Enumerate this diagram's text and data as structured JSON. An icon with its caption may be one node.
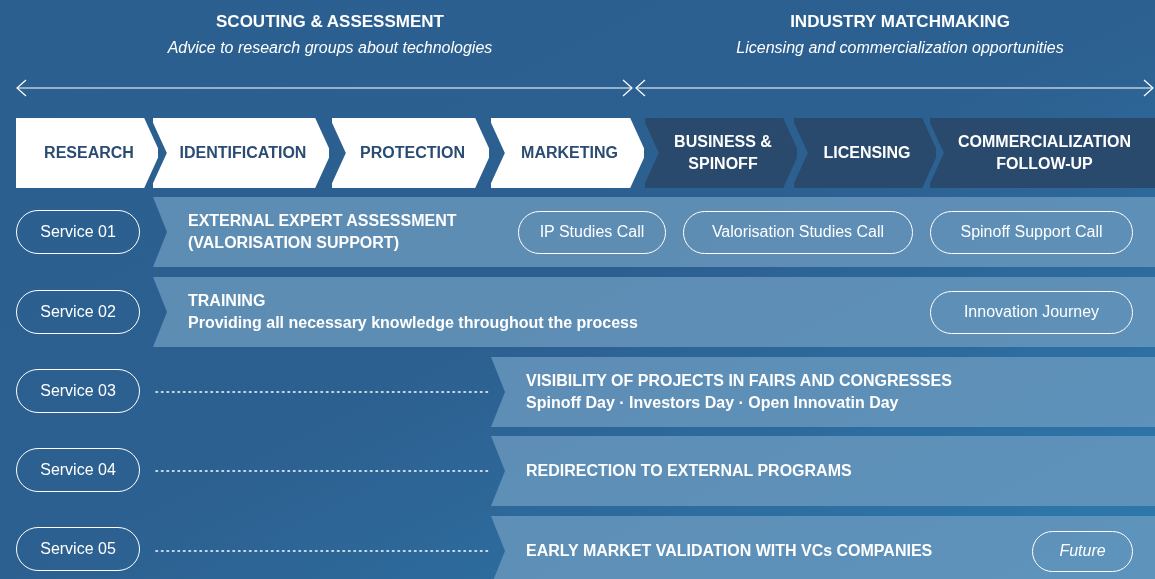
{
  "diagram": {
    "nodes": [
      {
        "text": [
          "RESEARCH"
        ]
      },
      {
        "text": [
          "IDENTIFICATION"
        ]
      },
      {
        "text": [
          "PROTECTION"
        ]
      },
      {
        "text": [
          "MARKETING"
        ]
      },
      {
        "text": [
          "BUSINESS & SPINOFF"
        ]
      },
      {
        "text": [
          "LICENSING"
        ]
      },
      {
        "text": [
          "COMMERCIALIZATION FOLLOW-UP"
        ]
      },
      {
        "text": [
          "Service 01"
        ]
      },
      {
        "text": [
          "EXTERNAL EXPERT ASSESSMENT (VALORISATION SUPPORT)"
        ]
      },
      {
        "text": [
          "IP Studies Call"
        ],
        "in": 8
      },
      {
        "text": [
          "Valorisation Studies Call"
        ],
        "in": 8
      },
      {
        "text": [
          "Spinoff Support Call"
        ],
        "in": 8
      },
      {
        "text": [
          "Service 02"
        ]
      },
      {
        "text": [
          "TRAINING",
          "Providing all necessary knowledge throughout the process"
        ]
      },
      {
        "text": [
          "Innovation Journey"
        ],
        "in": 13
      },
      {
        "text": [
          "Service 03"
        ]
      },
      {
        "text": [
          "VISIBILITY OF PROJECTS IN FAIRS AND CONGRESSES",
          "Spinoff Day · Investors Day · Open Innovatin Day"
        ]
      },
      {
        "text": [
          "Service 04"
        ]
      },
      {
        "text": [
          "REDIRECTION TO EXTERNAL PROGRAMS"
        ]
      },
      {
        "text": [
          "Service 05"
        ]
      },
      {
        "text": [
          "EARLY MARKET VALIDATION WITH VCs COMPANIES"
        ]
      },
      {
        "text": [
          "Future"
        ],
        "in": 20
      }
    ],
    "edges": [
      {
        "from": 15,
        "to": 16,
        "arrow": "none",
        "style": "dashed"
      },
      {
        "from": 17,
        "to": 18,
        "arrow": "none",
        "style": "dashed"
      },
      {
        "from": 19,
        "to": 20,
        "arrow": "none",
        "style": "dashed"
      }
    ],
    "labels": [
      "SCOUTING & ASSESSMENT",
      "Advice to research groups about technologies",
      "INDUSTRY MATCHMAKING",
      "Licensing and commercialization opportunities"
    ]
  }
}
